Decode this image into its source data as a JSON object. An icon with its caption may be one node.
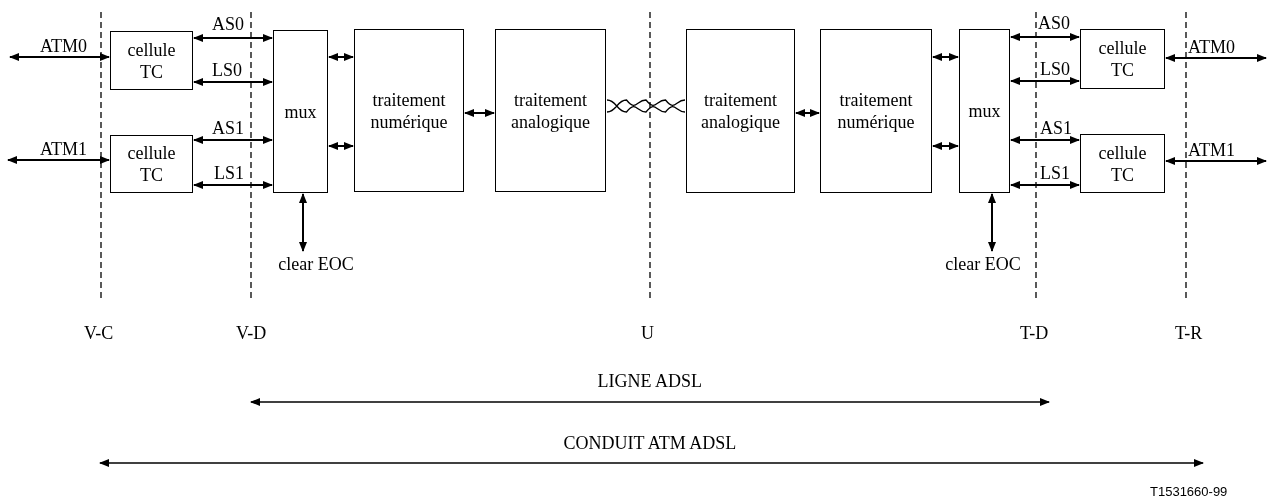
{
  "diagram": {
    "nodes": [
      {
        "text": [
          "cellule TC"
        ]
      },
      {
        "text": [
          "cellule TC"
        ]
      },
      {
        "text": [
          "mux"
        ]
      },
      {
        "text": [
          "traitement numérique"
        ]
      },
      {
        "text": [
          "traitement analogique"
        ]
      },
      {
        "text": [
          "traitement analogique"
        ]
      },
      {
        "text": [
          "traitement numérique"
        ]
      },
      {
        "text": [
          "mux"
        ]
      },
      {
        "text": [
          "cellule TC"
        ]
      },
      {
        "text": [
          "cellule TC"
        ]
      },
      {
        "text": [
          "clear EOC"
        ]
      },
      {
        "text": [
          "clear EOC"
        ]
      }
    ],
    "edges": [
      {
        "from": null,
        "to": 0,
        "arrow": "both",
        "label": "ATM0"
      },
      {
        "from": null,
        "to": 1,
        "arrow": "both",
        "label": "ATM1"
      },
      {
        "from": 0,
        "to": 2,
        "arrow": "both",
        "label": "AS0"
      },
      {
        "from": 0,
        "to": 2,
        "arrow": "both",
        "label": "LS0"
      },
      {
        "from": 1,
        "to": 2,
        "arrow": "both",
        "label": "AS1"
      },
      {
        "from": 1,
        "to": 2,
        "arrow": "both",
        "label": "LS1"
      },
      {
        "from": 2,
        "to": 3,
        "arrow": "both"
      },
      {
        "from": 2,
        "to": 3,
        "arrow": "both"
      },
      {
        "from": 3,
        "to": 4,
        "arrow": "both"
      },
      {
        "from": 4,
        "to": 5,
        "arrow": "none"
      },
      {
        "from": 5,
        "to": 6,
        "arrow": "both"
      },
      {
        "from": 6,
        "to": 7,
        "arrow": "both"
      },
      {
        "from": 6,
        "to": 7,
        "arrow": "both"
      },
      {
        "from": 7,
        "to": 8,
        "arrow": "both",
        "label": "AS0"
      },
      {
        "from": 7,
        "to": 8,
        "arrow": "both",
        "label": "LS0"
      },
      {
        "from": 7,
        "to": 9,
        "arrow": "both",
        "label": "AS1"
      },
      {
        "from": 7,
        "to": 9,
        "arrow": "both",
        "label": "LS1"
      },
      {
        "from": 8,
        "to": null,
        "arrow": "both",
        "label": "ATM0"
      },
      {
        "from": 9,
        "to": null,
        "arrow": "both",
        "label": "ATM1"
      },
      {
        "from": 2,
        "to": 10,
        "arrow": "both"
      },
      {
        "from": 7,
        "to": 11,
        "arrow": "both"
      }
    ],
    "labels": [
      "V-C",
      "V-D",
      "U",
      "T-D",
      "T-R",
      "LIGNE ADSL",
      "CONDUIT ATM ADSL",
      "T1531660-99"
    ]
  }
}
